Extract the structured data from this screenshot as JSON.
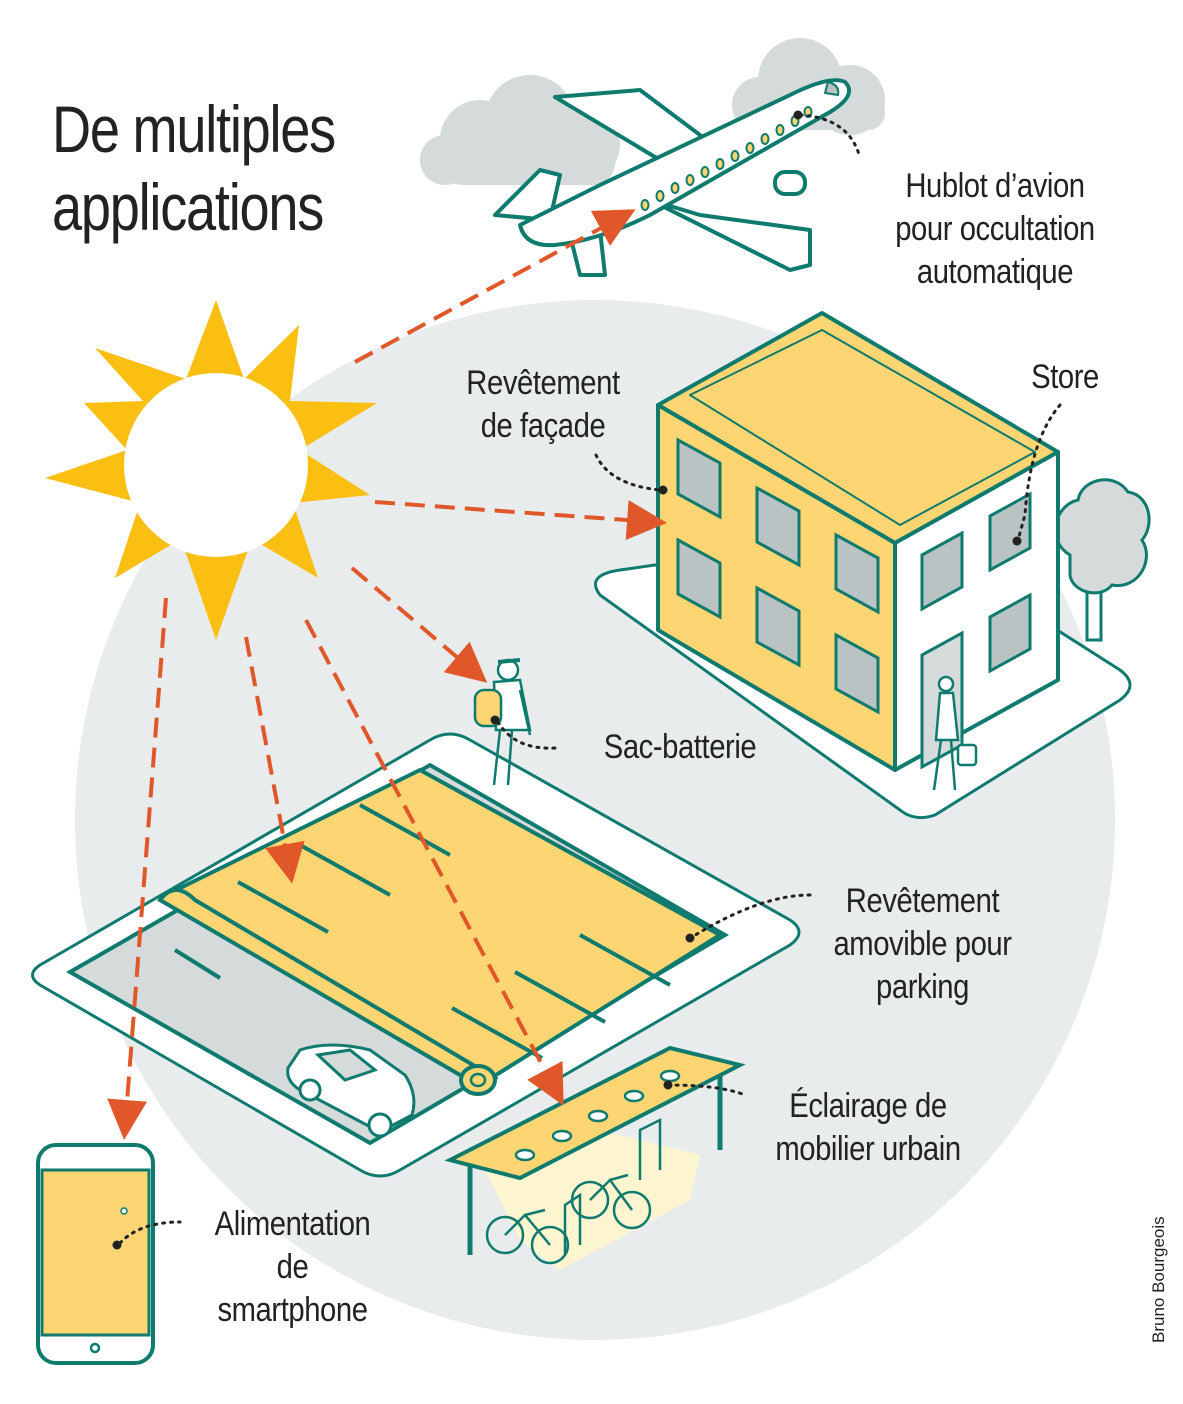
{
  "title": {
    "line1": "De multiples",
    "line2": "applications"
  },
  "labels": {
    "plane": {
      "l1": "Hublot d’avion",
      "l2": "pour occultation",
      "l3": "automatique"
    },
    "facade": {
      "l1": "Revêtement",
      "l2": "de façade"
    },
    "store": {
      "l1": "Store"
    },
    "backpack": {
      "l1": "Sac-batterie"
    },
    "parking": {
      "l1": "Revêtement",
      "l2": "amovible pour",
      "l3": "parking"
    },
    "lighting": {
      "l1": "Éclairage de",
      "l2": "mobilier urbain"
    },
    "smartphone": {
      "l1": "Alimentation",
      "l2": "de",
      "l3": "smartphone"
    }
  },
  "credit": "Bruno Bourgeois",
  "colors": {
    "teal": "#0f7a6e",
    "yellow": "#fdd673",
    "sun": "#fbbf12",
    "arrow": "#e0582a",
    "bg_circle": "#e9ecec",
    "cloud": "#d5dadb"
  }
}
